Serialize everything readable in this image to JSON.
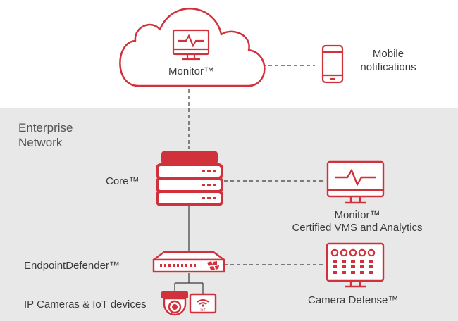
{
  "labels": {
    "monitor_cloud": "Monitor™",
    "mobile_line1": "Mobile",
    "mobile_line2": "notifications",
    "zone_line1": "Enterprise",
    "zone_line2": "Network",
    "core": "Core™",
    "monitor_vms_line1": "Monitor™",
    "monitor_vms_line2": "Certified VMS and Analytics",
    "endpoint_defender": "EndpointDefender™",
    "ip_cameras": "IP Cameras & IoT devices",
    "camera_defense": "Camera Defense™",
    "iot_badge": "IoT"
  },
  "colors": {
    "accent": "#d0313a",
    "line": "#3a3a3a",
    "zone_bg": "#e8e8e8"
  },
  "icons": [
    "cloud-icon",
    "monitor-icon",
    "smartphone-icon",
    "server-stack-icon",
    "network-switch-icon",
    "dome-camera-icon",
    "iot-wifi-icon",
    "camera-defense-display-icon"
  ]
}
